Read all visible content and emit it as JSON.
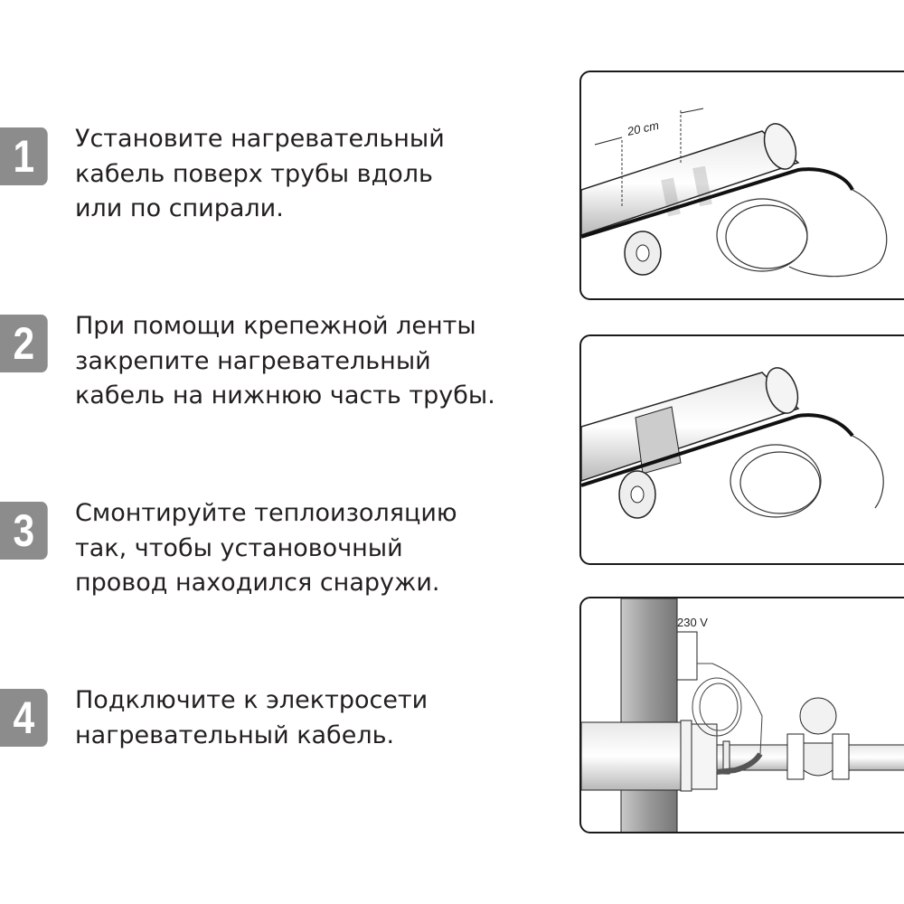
{
  "steps": [
    {
      "number": "1",
      "lines": [
        "Установите нагревательный",
        "кабель поверх трубы вдоль",
        "или по спирали."
      ]
    },
    {
      "number": "2",
      "lines": [
        "При помощи крепежной ленты",
        "закрепите нагревательный",
        "кабель на нижнюю часть трубы."
      ]
    },
    {
      "number": "3",
      "lines": [
        "Смонтируйте теплоизоляцию",
        "так, чтобы установочный",
        "провод находился снаружи."
      ]
    },
    {
      "number": "4",
      "lines": [
        "Подключите к электросети",
        "нагревательный кабель."
      ]
    }
  ],
  "illustrations": {
    "spacing_label": "20 cm",
    "voltage_label": "230 V"
  },
  "colors": {
    "badge": "#8c8c8c",
    "text": "#231f20",
    "border": "#1a1a1a"
  }
}
